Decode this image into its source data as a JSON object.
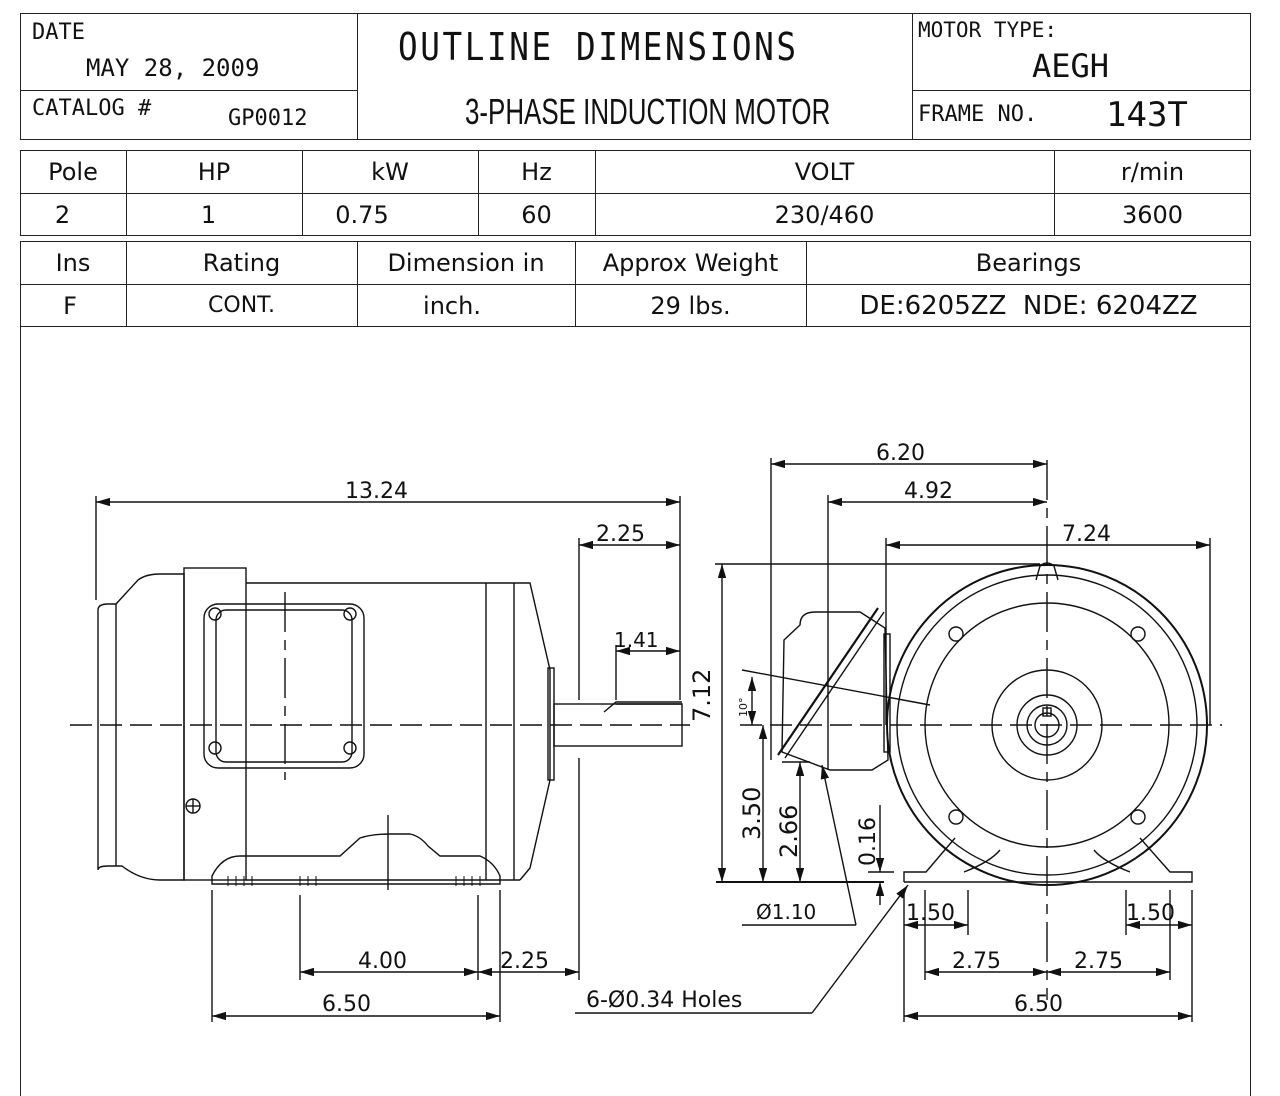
{
  "title_block": {
    "date_label": "DATE",
    "date_value": "MAY 28, 2009",
    "catalog_label": "CATALOG #",
    "catalog_value": "GP0012",
    "title": "OUTLINE DIMENSIONS",
    "subtitle": "3-PHASE INDUCTION MOTOR",
    "motor_type_label": "MOTOR TYPE:",
    "motor_type_value": "AEGH",
    "frame_label": "FRAME NO.",
    "frame_value": "143T"
  },
  "specs_row1": {
    "headers": [
      "Pole",
      "HP",
      "kW",
      "Hz",
      "VOLT",
      "r/min"
    ],
    "values": [
      "2",
      "1",
      "0.75",
      "60",
      "230/460",
      "3600"
    ]
  },
  "specs_row2": {
    "headers": [
      "Ins",
      "Rating",
      "Dimension in",
      "Approx Weight",
      "Bearings"
    ],
    "values": [
      "F",
      "CONT.",
      "inch.",
      "29 lbs.",
      "DE:6205ZZ  NDE: 6204ZZ"
    ]
  },
  "drawing": {
    "side_view": {
      "overall_length": "13.24",
      "shaft_extension": "2.25",
      "keyway_length": "1.41",
      "foot_hole_spacing": "4.00",
      "shaft_shoulder_to_hole": "2.25",
      "foot_length": "6.50"
    },
    "end_view": {
      "box_to_center": "6.20",
      "box_face_to_center": "4.92",
      "frame_diameter": "7.24",
      "overall_height": "7.12",
      "shaft_height": "3.50",
      "box_bottom_height": "2.66",
      "foot_thickness": "0.16",
      "box_angle": "10°",
      "shaft_diameter": "Ø1.10",
      "foot_edge_left": "1.50",
      "foot_edge_right": "1.50",
      "hole_half_left": "2.75",
      "hole_half_right": "2.75",
      "foot_width": "6.50"
    },
    "holes_note": "6-Ø0.34 Holes"
  }
}
